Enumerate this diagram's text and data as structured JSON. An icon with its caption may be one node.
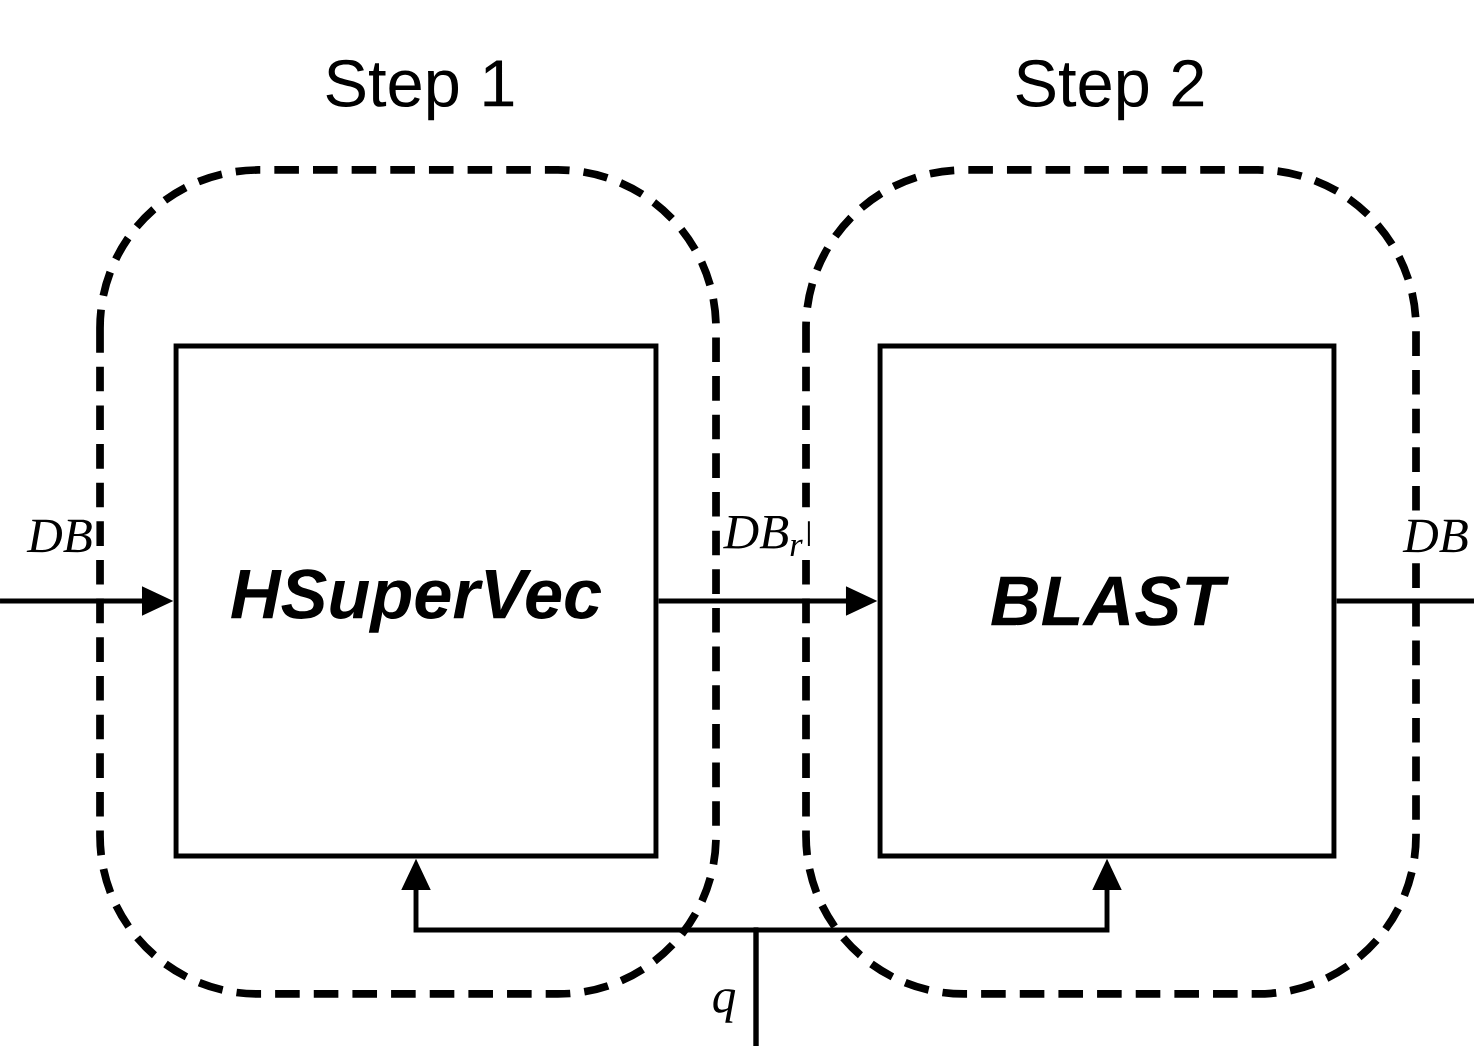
{
  "diagram": {
    "nodes": [
      {
        "text": [
          "Step 1"
        ]
      },
      {
        "text": [
          "HSuperVec"
        ],
        "in": 0
      },
      {
        "text": [
          "Step 2"
        ]
      },
      {
        "text": [
          "BLAST"
        ],
        "in": 2
      }
    ],
    "edges": [
      {
        "from": null,
        "to": 1,
        "arrow": "to",
        "label": "DB"
      },
      {
        "from": 1,
        "to": 3,
        "arrow": "to",
        "label": "DB$_{r}$"
      },
      {
        "from": 3,
        "to": null,
        "arrow": "none",
        "label": "DB"
      },
      {
        "from": null,
        "to": 1,
        "arrow": "to",
        "label": "q"
      },
      {
        "from": null,
        "to": 3,
        "arrow": "to"
      }
    ]
  }
}
